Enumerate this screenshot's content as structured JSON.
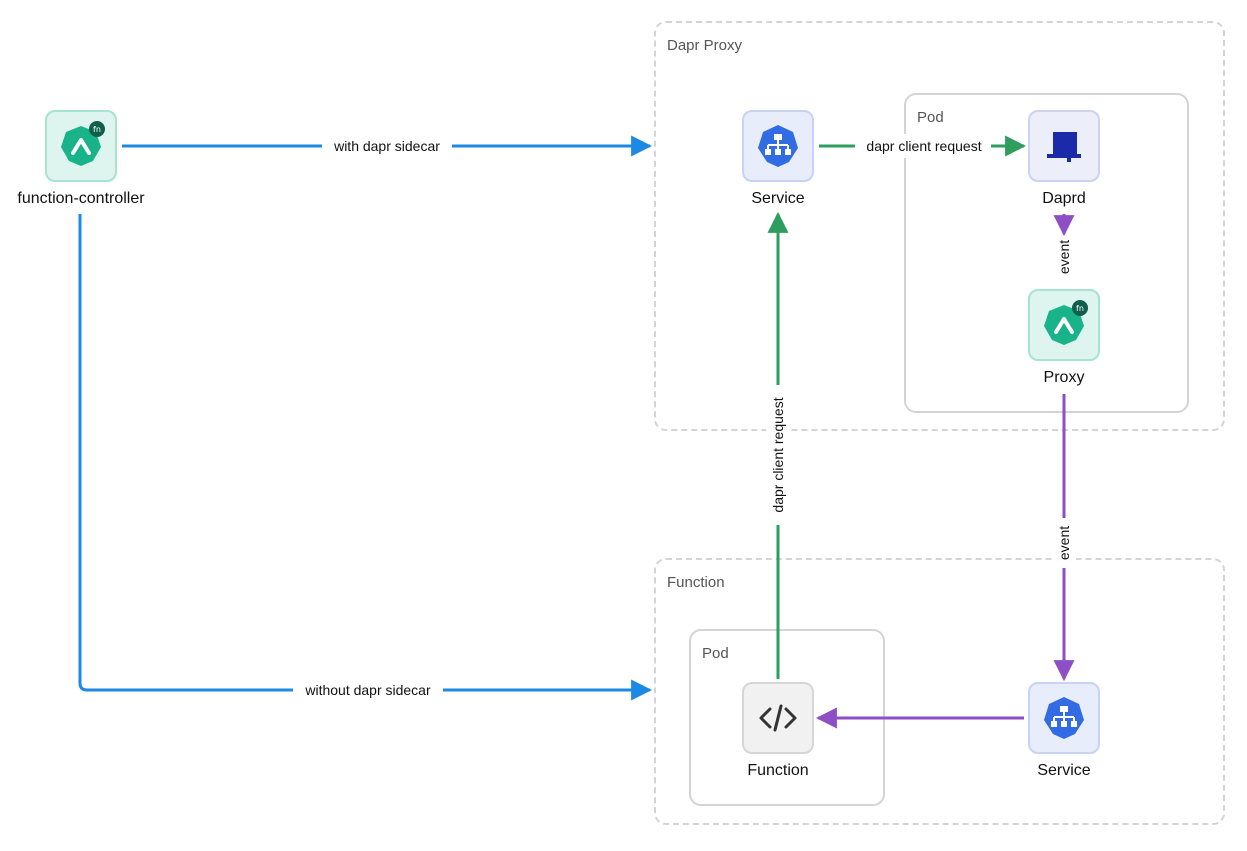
{
  "groups": {
    "dapr_proxy": "Dapr Proxy",
    "dapr_proxy_pod": "Pod",
    "function": "Function",
    "function_pod": "Pod"
  },
  "nodes": {
    "function_controller": "function-controller",
    "proxy_service": "Service",
    "daprd": "Daprd",
    "proxy": "Proxy",
    "function": "Function",
    "function_service": "Service"
  },
  "icons": {
    "function_controller": "openfunction-icon",
    "proxy_service": "kubernetes-service-icon",
    "daprd": "dapr-icon",
    "proxy": "openfunction-icon",
    "function": "code-icon",
    "function_service": "kubernetes-service-icon"
  },
  "edges": {
    "with_dapr_sidecar": "with dapr sidecar",
    "without_dapr_sidecar": "without dapr sidecar",
    "dapr_client_request_top": "dapr client request",
    "dapr_client_request_vertical": "dapr client request",
    "event_daprd_proxy": "event",
    "event_proxy_service": "event"
  },
  "colors": {
    "blue": "#1e88e5",
    "green": "#2e9e5e",
    "purple": "#8e4ec6"
  }
}
